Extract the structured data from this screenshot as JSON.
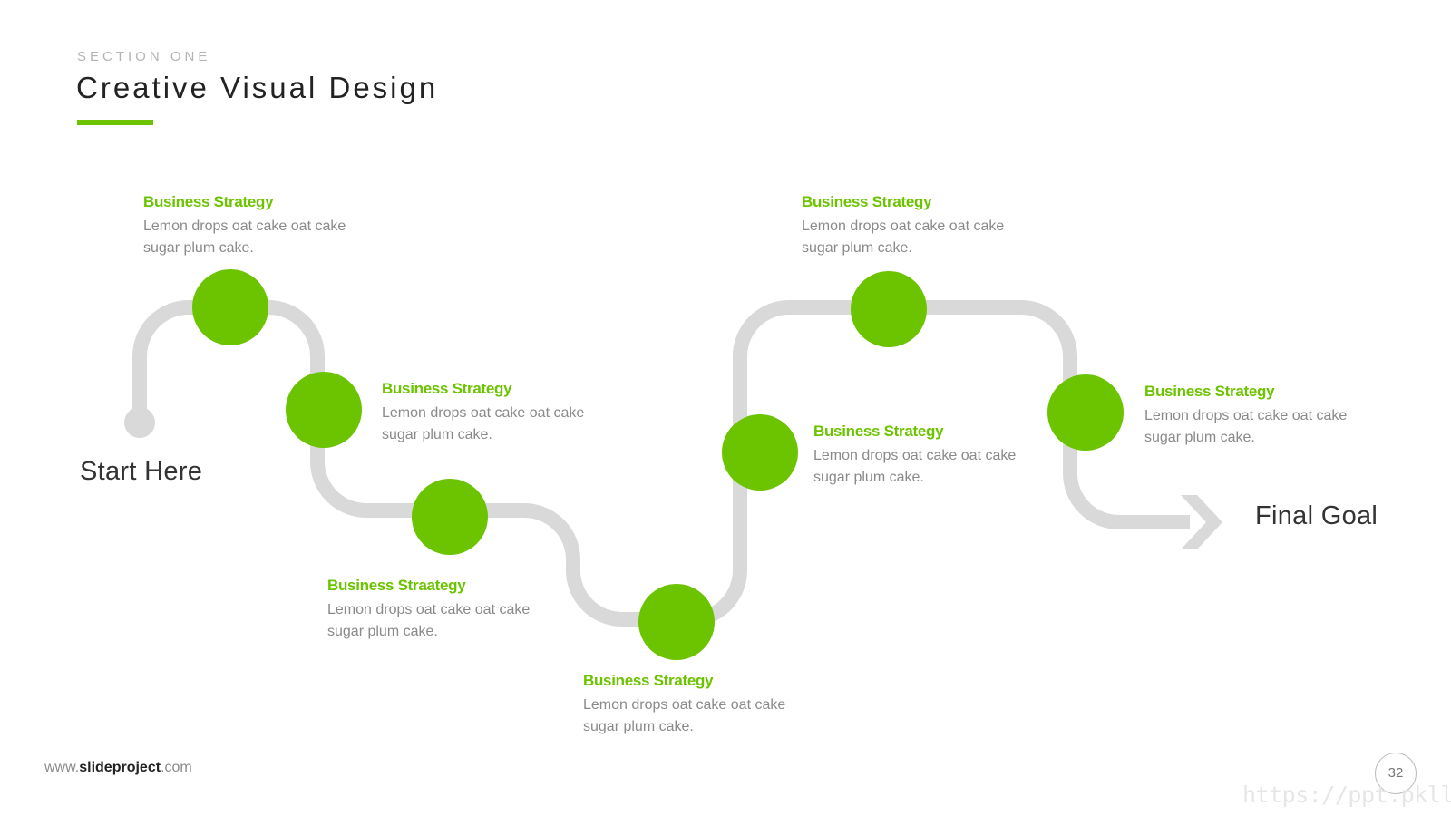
{
  "header": {
    "section_label": "SECTION ONE",
    "title": "Creative Visual Design"
  },
  "colors": {
    "accent": "#6cc300",
    "track": "#d9d9d9",
    "title_text": "#222222",
    "body_text": "#8a8a8a"
  },
  "diagram": {
    "start_label": "Start Here",
    "end_label": "Final Goal",
    "end_marker_icon": "arrow-right-icon",
    "steps": [
      {
        "title": "Business Strategy",
        "desc": "Lemon drops oat cake oat cake sugar plum cake."
      },
      {
        "title": "Business Strategy",
        "desc": "Lemon drops oat cake oat cake sugar plum cake."
      },
      {
        "title": "Business Straategy",
        "desc": "Lemon drops oat cake oat cake sugar plum cake."
      },
      {
        "title": "Business Strategy",
        "desc": "Lemon drops oat cake oat cake sugar plum cake."
      },
      {
        "title": "Business Strategy",
        "desc": "Lemon drops oat cake oat cake sugar plum cake."
      },
      {
        "title": "Business Strategy",
        "desc": "Lemon drops oat cake oat cake sugar plum cake."
      },
      {
        "title": "Business Strategy",
        "desc": "Lemon drops oat cake oat cake sugar plum cake."
      }
    ]
  },
  "footer": {
    "url_prefix": "www.",
    "url_brand": "slideproject",
    "url_suffix": ".com",
    "page_number": "32",
    "watermark": "https://ppt.pkll.de"
  }
}
